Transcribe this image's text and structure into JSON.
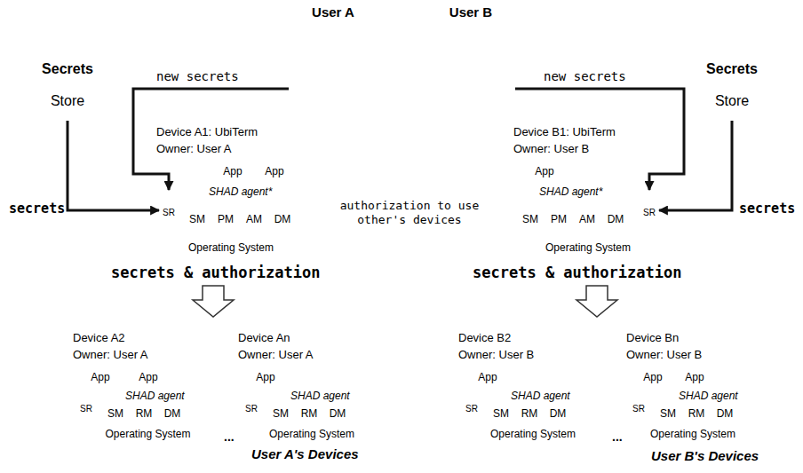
{
  "diagram": {
    "nodes": [
      {
        "text": [
          "Secrets",
          "Store"
        ]
      },
      {
        "text": [
          "User A"
        ]
      },
      {
        "text": [
          "User B"
        ]
      },
      {
        "text": [
          "Secrets",
          "Store"
        ]
      },
      {
        "text": [
          "secrets & authorization",
          "User A's Devices"
        ]
      },
      {
        "text": [
          "Device A1: UbiTerm",
          "Owner: User A"
        ],
        "in": 4
      },
      {
        "text": [
          "App"
        ],
        "in": 5
      },
      {
        "text": [
          "App"
        ],
        "in": 5
      },
      {
        "text": [
          "SHAD agent*"
        ],
        "in": 5
      },
      {
        "text": [
          "SR"
        ],
        "in": 8
      },
      {
        "text": [
          "SM"
        ],
        "in": 8
      },
      {
        "text": [
          "PM"
        ],
        "in": 8
      },
      {
        "text": [
          "AM"
        ],
        "in": 8
      },
      {
        "text": [
          "DM"
        ],
        "in": 8
      },
      {
        "text": [
          "Operating System"
        ],
        "in": 5
      },
      {
        "text": [
          "Device A2",
          "Owner: User A"
        ],
        "in": 4
      },
      {
        "text": [
          "App"
        ],
        "in": 15
      },
      {
        "text": [
          "App"
        ],
        "in": 15
      },
      {
        "text": [
          "SHAD agent"
        ],
        "in": 15
      },
      {
        "text": [
          "SR"
        ],
        "in": 18
      },
      {
        "text": [
          "SM"
        ],
        "in": 18
      },
      {
        "text": [
          "RM"
        ],
        "in": 18
      },
      {
        "text": [
          "DM"
        ],
        "in": 18
      },
      {
        "text": [
          "Operating System"
        ],
        "in": 15
      },
      {
        "text": [
          "Device An",
          "Owner: User A"
        ],
        "in": 4
      },
      {
        "text": [
          "App"
        ],
        "in": 24
      },
      {
        "text": [
          "SHAD agent"
        ],
        "in": 24
      },
      {
        "text": [
          "SR"
        ],
        "in": 26
      },
      {
        "text": [
          "SM"
        ],
        "in": 26
      },
      {
        "text": [
          "RM"
        ],
        "in": 26
      },
      {
        "text": [
          "DM"
        ],
        "in": 26
      },
      {
        "text": [
          "Operating System"
        ],
        "in": 24
      },
      {
        "text": [
          "secrets & authorization",
          "User B's Devices"
        ]
      },
      {
        "text": [
          "Device B1: UbiTerm",
          "Owner: User B"
        ],
        "in": 32
      },
      {
        "text": [
          "App"
        ],
        "in": 33
      },
      {
        "text": [
          "SHAD agent*"
        ],
        "in": 33
      },
      {
        "text": [
          "SM"
        ],
        "in": 35
      },
      {
        "text": [
          "PM"
        ],
        "in": 35
      },
      {
        "text": [
          "AM"
        ],
        "in": 35
      },
      {
        "text": [
          "DM"
        ],
        "in": 35
      },
      {
        "text": [
          "SR"
        ],
        "in": 35
      },
      {
        "text": [
          "Operating System"
        ],
        "in": 33
      },
      {
        "text": [
          "Device B2",
          "Owner: User B"
        ],
        "in": 32
      },
      {
        "text": [
          "App"
        ],
        "in": 42
      },
      {
        "text": [
          "SHAD agent"
        ],
        "in": 42
      },
      {
        "text": [
          "SR"
        ],
        "in": 44
      },
      {
        "text": [
          "SM"
        ],
        "in": 44
      },
      {
        "text": [
          "RM"
        ],
        "in": 44
      },
      {
        "text": [
          "DM"
        ],
        "in": 44
      },
      {
        "text": [
          "Operating System"
        ],
        "in": 42
      },
      {
        "text": [
          "Device Bn",
          "Owner: User B"
        ],
        "in": 32
      },
      {
        "text": [
          "App"
        ],
        "in": 50
      },
      {
        "text": [
          "App"
        ],
        "in": 50
      },
      {
        "text": [
          "SHAD agent"
        ],
        "in": 50
      },
      {
        "text": [
          "SR"
        ],
        "in": 53
      },
      {
        "text": [
          "SM"
        ],
        "in": 53
      },
      {
        "text": [
          "RM"
        ],
        "in": 53
      },
      {
        "text": [
          "DM"
        ],
        "in": 53
      },
      {
        "text": [
          "Operating System"
        ],
        "in": 50
      },
      {
        "text": [
          "authorization to use other's devices"
        ]
      }
    ],
    "edges": [
      {
        "from": 0,
        "to": 9,
        "arrow": "to",
        "label": "secrets"
      },
      {
        "from": 1,
        "to": 9,
        "arrow": "to",
        "label": "new secrets"
      },
      {
        "from": 2,
        "to": 40,
        "arrow": "to",
        "label": "new secrets"
      },
      {
        "from": 3,
        "to": 40,
        "arrow": "to",
        "label": "secrets"
      }
    ],
    "labels": [
      "...",
      "..."
    ]
  }
}
